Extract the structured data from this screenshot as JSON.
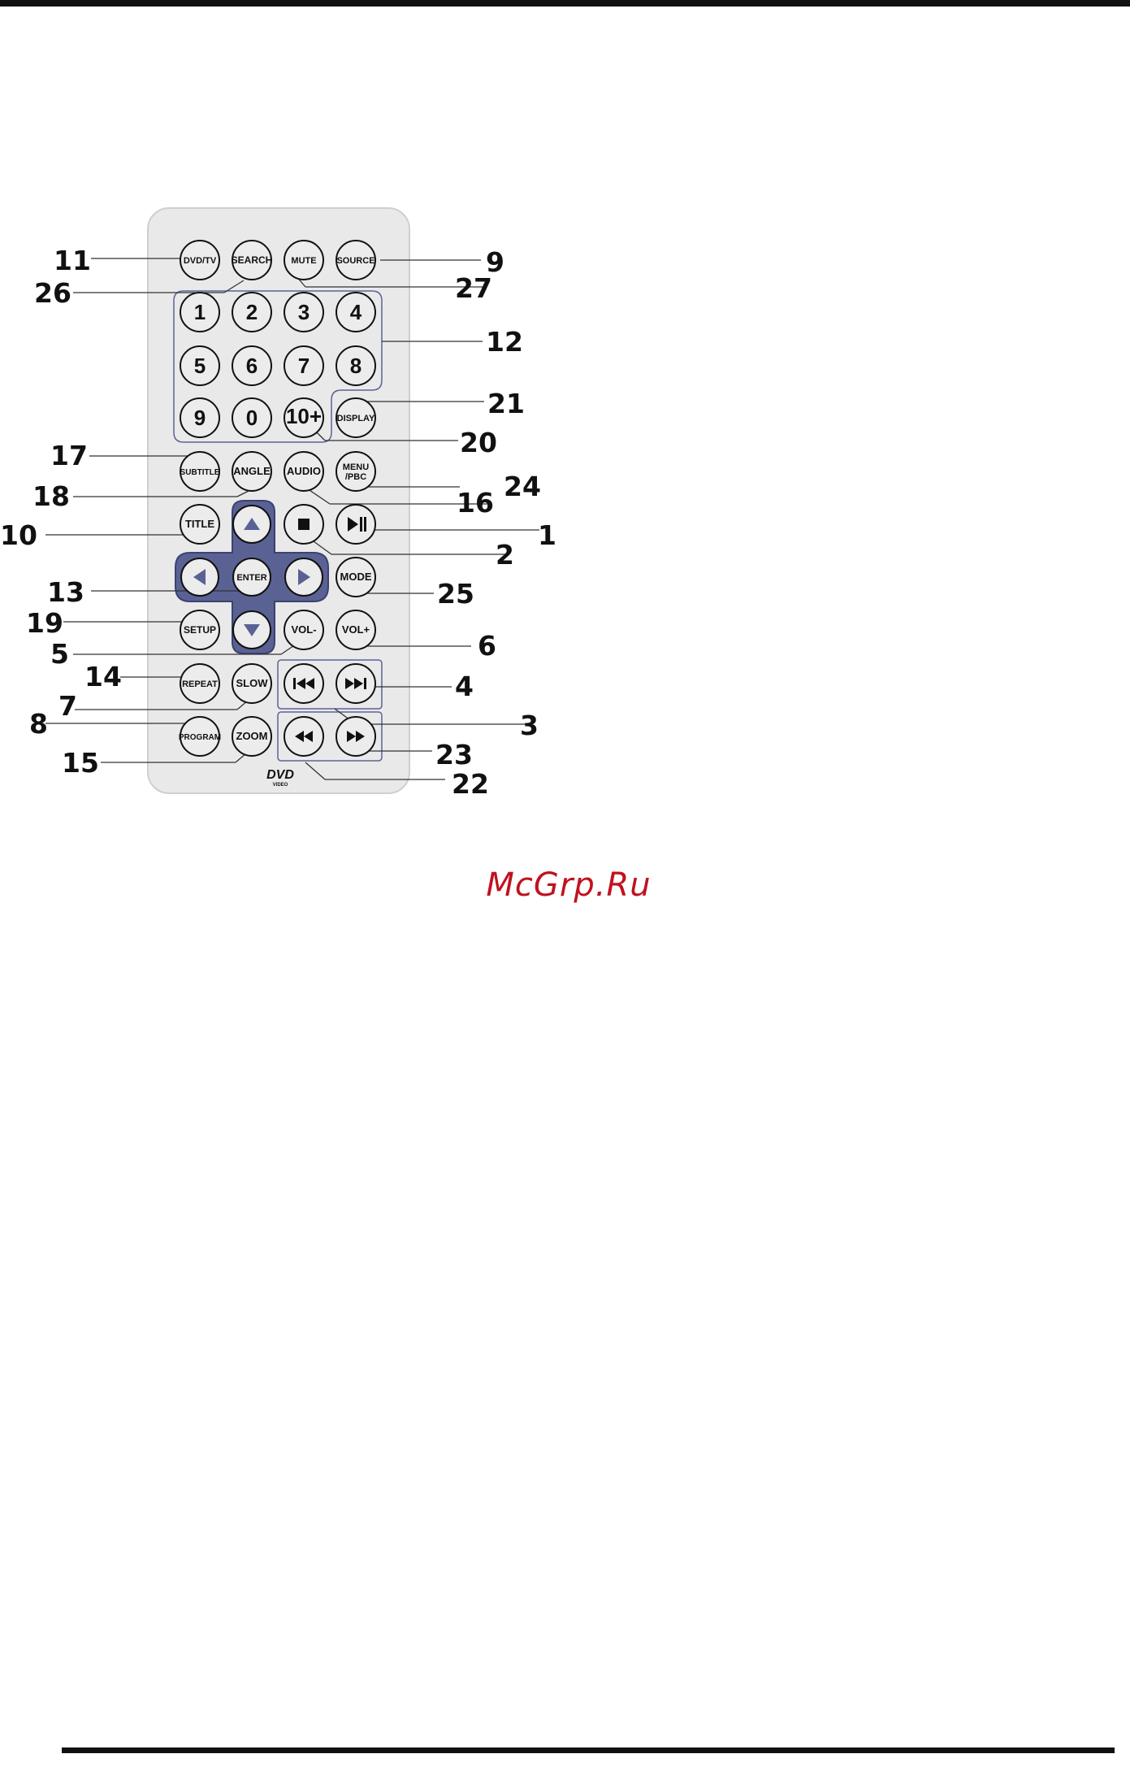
{
  "watermark": "McGrp.Ru",
  "logo": {
    "brand": "DVD",
    "sub": "VIDEO"
  },
  "buttons": {
    "dvdtv": "DVD/TV",
    "search": "SEARCH",
    "mute": "MUTE",
    "source": "SOURCE",
    "d1": "1",
    "d2": "2",
    "d3": "3",
    "d4": "4",
    "d5": "5",
    "d6": "6",
    "d7": "7",
    "d8": "8",
    "d9": "9",
    "d0": "0",
    "d10": "10+",
    "display": "DISPLAY",
    "subtitle": "SUBTITLE",
    "angle": "ANGLE",
    "audio": "AUDIO",
    "menu_pbc": "MENU /PBC",
    "title": "TITLE",
    "mode": "MODE",
    "enter": "ENTER",
    "setup": "SETUP",
    "vol_minus": "VOL-",
    "vol_plus": "VOL+",
    "repeat": "REPEAT",
    "slow": "SLOW",
    "program": "PROGRAM",
    "zoom": "ZOOM"
  },
  "callouts": {
    "c1": "1",
    "c2": "2",
    "c3": "3",
    "c4": "4",
    "c5": "5",
    "c6": "6",
    "c7": "7",
    "c8": "8",
    "c9": "9",
    "c10": "10",
    "c11": "11",
    "c12": "12",
    "c13": "13",
    "c14": "14",
    "c15": "15",
    "c16": "16",
    "c17": "17",
    "c18": "18",
    "c19": "19",
    "c20": "20",
    "c21": "21",
    "c22": "22",
    "c23": "23",
    "c24": "24",
    "c25": "25",
    "c26": "26",
    "c27": "27"
  },
  "colors": {
    "remote_body": "#e9e9ea",
    "dpad": "#5a6294",
    "group_outline": "#5a6294",
    "watermark": "#c0121e"
  }
}
